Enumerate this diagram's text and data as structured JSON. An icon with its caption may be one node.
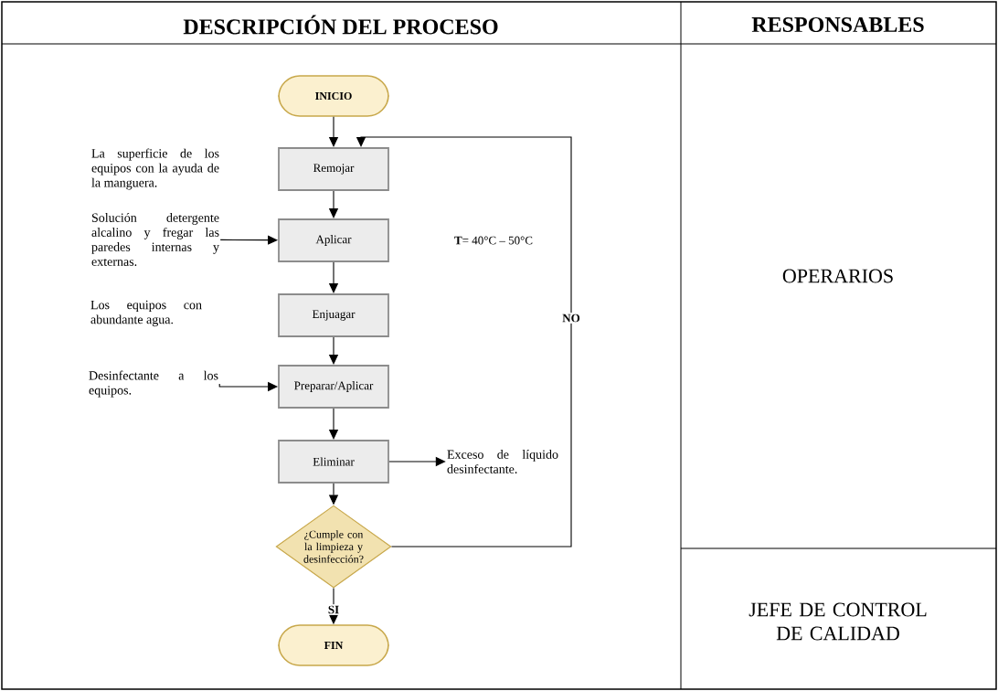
{
  "diagram": {
    "nodes": [
      {
        "text": [
          "INICIO"
        ]
      },
      {
        "text": [
          "Remojar"
        ]
      },
      {
        "text": [
          "Solución detergente alcalino y fregar las paredes internas y externas."
        ]
      },
      {
        "text": [
          "Aplicar"
        ]
      },
      {
        "text": [
          "Enjuagar"
        ]
      },
      {
        "text": [
          "Desinfectante a los equipos."
        ]
      },
      {
        "text": [
          "Preparar/Aplicar"
        ]
      },
      {
        "text": [
          "Eliminar"
        ]
      },
      {
        "text": [
          "Exceso de líquido desinfectante."
        ]
      },
      {
        "text": [
          "¿Cumple con la limpieza y desinfección?"
        ]
      },
      {
        "text": [
          "FIN"
        ]
      }
    ],
    "edges": [
      {
        "from": 0,
        "to": 1,
        "arrow": "to"
      },
      {
        "from": 1,
        "to": 3,
        "arrow": "to"
      },
      {
        "from": 2,
        "to": 3,
        "arrow": "to"
      },
      {
        "from": 3,
        "to": 4,
        "arrow": "to"
      },
      {
        "from": 4,
        "to": 6,
        "arrow": "to"
      },
      {
        "from": 5,
        "to": 6,
        "arrow": "to"
      },
      {
        "from": 6,
        "to": 7,
        "arrow": "to"
      },
      {
        "from": 7,
        "to": 8,
        "arrow": "to"
      },
      {
        "from": 7,
        "to": 9,
        "arrow": "to"
      },
      {
        "from": 9,
        "to": 10,
        "arrow": "to",
        "label": "SI"
      },
      {
        "from": 9,
        "to": 1,
        "arrow": "to",
        "label": "NO"
      }
    ],
    "labels": [
      "DESCRIPCIÓN DEL PROCESO",
      "RESPONSABLES",
      "La superficie de los equipos con la ayuda de la manguera.",
      "**T**= 40°C – 50°C",
      "OPERARIOS",
      "Los equipos con abundante agua.",
      "JEFE DE CONTROL DE CALIDAD"
    ]
  }
}
